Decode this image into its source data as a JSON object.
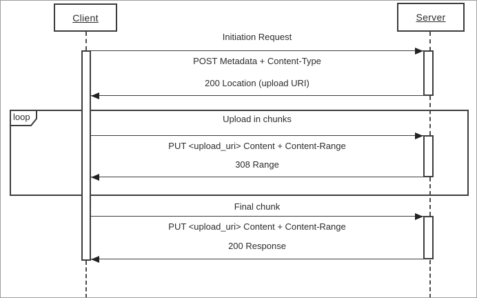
{
  "diagram": {
    "title_hint": "Resumable upload sequence diagram",
    "actors": [
      {
        "name": "Client"
      },
      {
        "name": "Server"
      }
    ],
    "fragment": {
      "operator": "loop"
    },
    "exchanges": [
      {
        "title": "Initiation Request",
        "request": "POST Metadata + Content-Type",
        "response": "200 Location (upload URI)"
      },
      {
        "title": "Upload in chunks",
        "request": "PUT <upload_uri> Content + Content-Range",
        "response": "308 Range"
      },
      {
        "title": "Final chunk",
        "request": "PUT <upload_uri> Content + Content-Range",
        "response": "200 Response"
      }
    ],
    "colors": {
      "line": "#3c3c3c",
      "text": "#2b2b2b",
      "background": "#ffffff",
      "outer_border": "#9e9e9e"
    }
  }
}
